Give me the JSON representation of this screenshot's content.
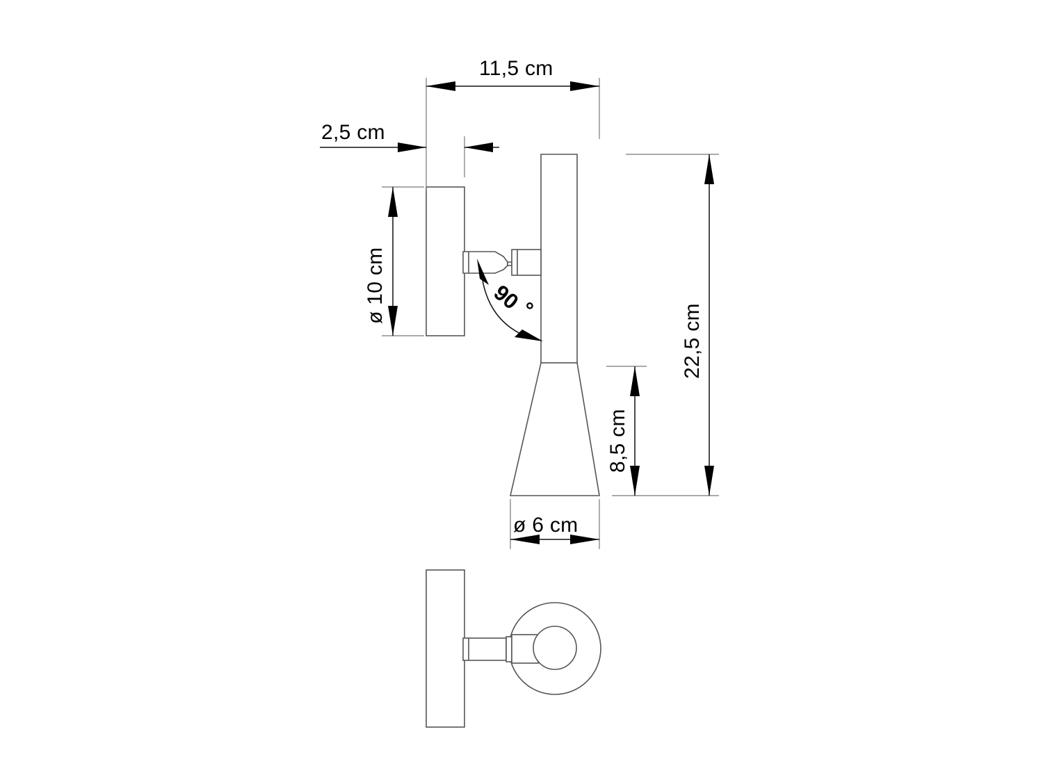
{
  "drawing": {
    "title": "Wall lamp technical dimension drawing",
    "units": "cm",
    "line_color": "#555555",
    "dimension_color": "#000000",
    "background": "#ffffff",
    "views": [
      {
        "name": "side-elevation-view",
        "label": ""
      },
      {
        "name": "top-plan-view",
        "label": ""
      }
    ]
  },
  "dimensions": {
    "overall_depth": {
      "value": "11,5 cm",
      "name": "dimension-overall-depth",
      "orientation": "horizontal",
      "position": "top"
    },
    "wall_plate_thickness": {
      "value": "2,5 cm",
      "name": "dimension-wall-plate-thickness",
      "orientation": "horizontal",
      "position": "upper-left"
    },
    "wall_plate_diameter": {
      "value": "ø 10 cm",
      "name": "dimension-wall-plate-diameter",
      "orientation": "vertical-rotated",
      "position": "left"
    },
    "overall_height": {
      "value": "22,5 cm",
      "name": "dimension-overall-height",
      "orientation": "vertical-rotated",
      "position": "right"
    },
    "shade_height": {
      "value": "8,5 cm",
      "name": "dimension-shade-height",
      "orientation": "vertical-rotated",
      "position": "right-inner"
    },
    "shade_diameter": {
      "value": "ø 6 cm",
      "name": "dimension-shade-diameter",
      "orientation": "horizontal",
      "position": "bottom"
    },
    "joint_angle": {
      "value": "90",
      "unit_symbol": "°",
      "name": "dimension-joint-angle",
      "orientation": "rotated",
      "position": "center"
    }
  }
}
